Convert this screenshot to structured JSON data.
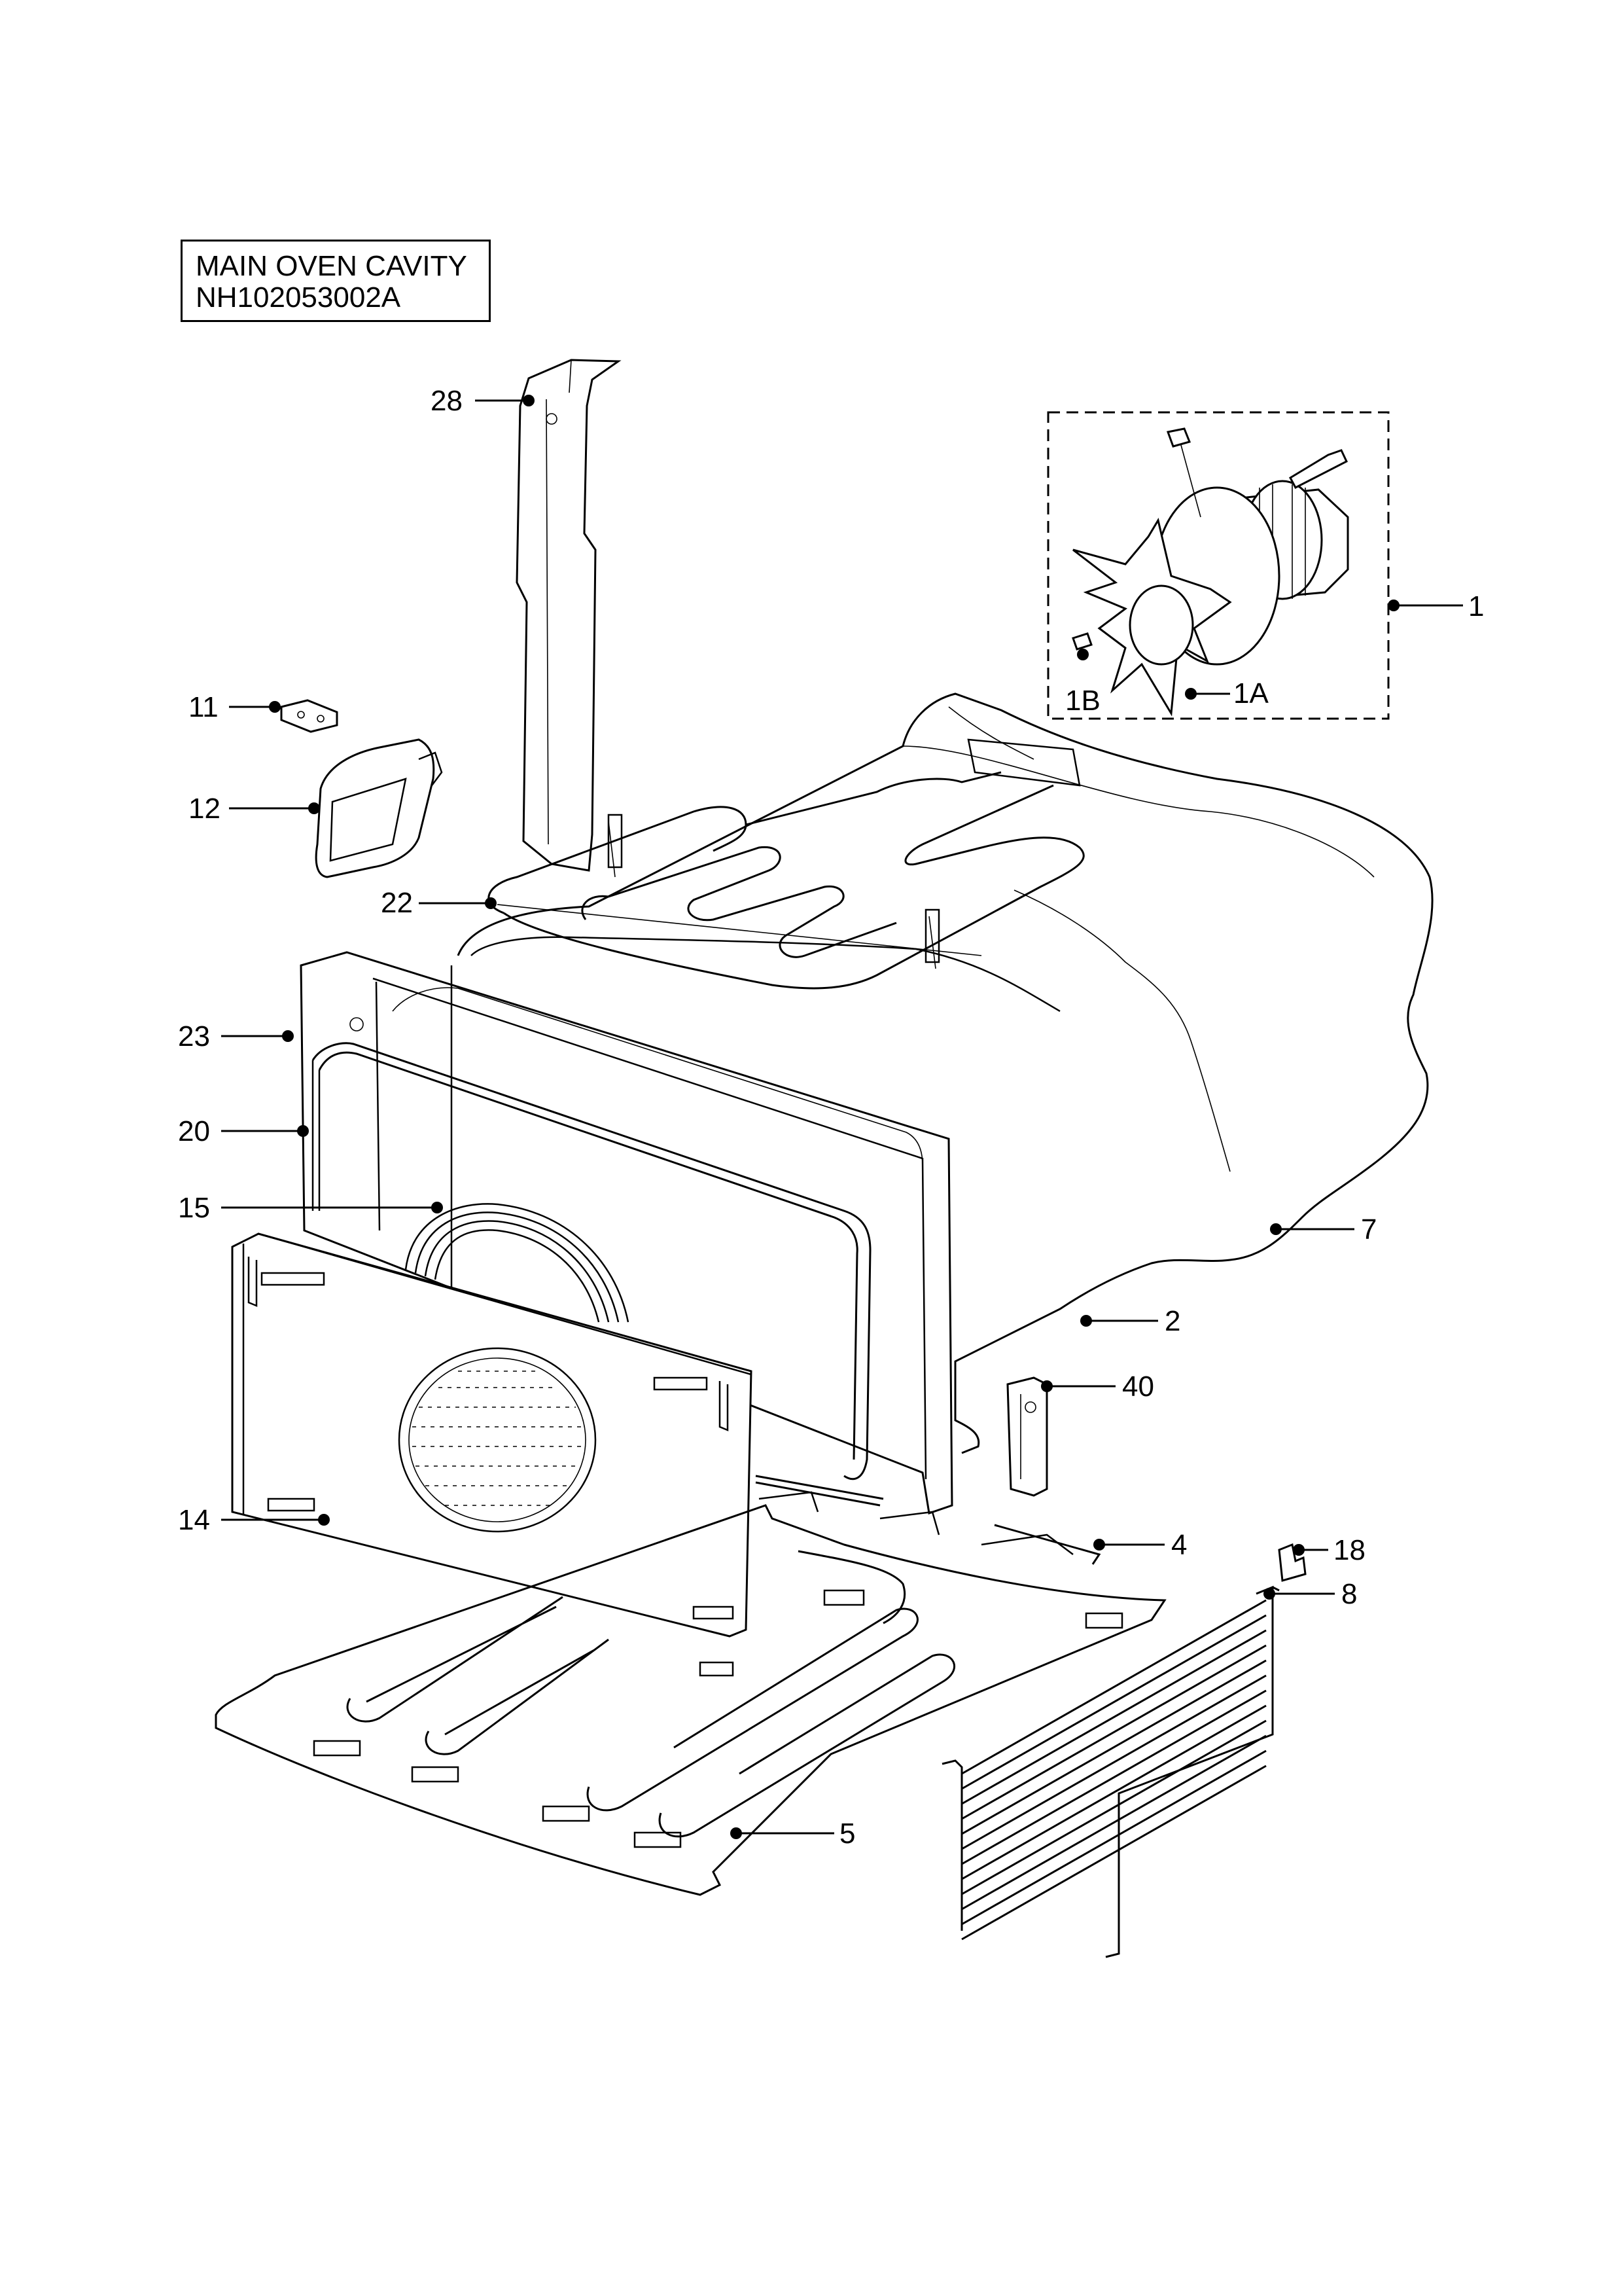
{
  "title": {
    "line1": "MAIN OVEN CAVITY",
    "line2": "NH102053002A"
  },
  "callouts": [
    {
      "id": "c28",
      "label": "28"
    },
    {
      "id": "c1",
      "label": "1"
    },
    {
      "id": "c1a",
      "label": "1A"
    },
    {
      "id": "c1b",
      "label": "1B"
    },
    {
      "id": "c11",
      "label": "11"
    },
    {
      "id": "c12",
      "label": "12"
    },
    {
      "id": "c22",
      "label": "22"
    },
    {
      "id": "c23",
      "label": "23"
    },
    {
      "id": "c20",
      "label": "20"
    },
    {
      "id": "c15",
      "label": "15"
    },
    {
      "id": "c7",
      "label": "7"
    },
    {
      "id": "c2",
      "label": "2"
    },
    {
      "id": "c40",
      "label": "40"
    },
    {
      "id": "c14",
      "label": "14"
    },
    {
      "id": "c4",
      "label": "4"
    },
    {
      "id": "c18",
      "label": "18"
    },
    {
      "id": "c8",
      "label": "8"
    },
    {
      "id": "c5",
      "label": "5"
    }
  ]
}
